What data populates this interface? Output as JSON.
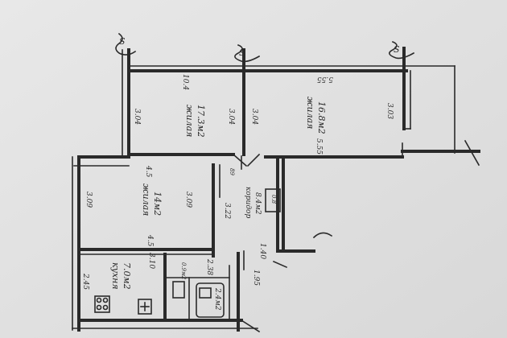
{
  "rooms": {
    "living_top": {
      "label": "жилая",
      "area": "17.3м2",
      "dim_top": "10.4",
      "dim_left": "3.04",
      "dim_right": "3.04"
    },
    "living_right": {
      "label": "жилая",
      "area": "16.8м2",
      "dim_top": "5.55",
      "dim_bottom": "5.55",
      "dim_left": "3.04",
      "dim_right": "3.03"
    },
    "living_mid": {
      "label": "жилая",
      "area": "14м2",
      "dim_top": "4.5",
      "dim_bottom": "4.5",
      "dim_left": "3.09",
      "dim_right": "3.09"
    },
    "corridor": {
      "label": "коридор",
      "area": "8.4м2",
      "dim_a": "3.22",
      "dim_b": "89"
    },
    "kitchen": {
      "label": "кухня",
      "area": "7.0м2",
      "dim_top": "3.10",
      "dim_left": "2.45"
    },
    "bath": {
      "area": "2.4м2",
      "dim": "2.38"
    },
    "wc": {
      "area": "0.9м2"
    }
  },
  "hall_dims": {
    "a": "1.40",
    "b": "1.95"
  },
  "closet": {
    "area": "0.8"
  },
  "wall_marks": {
    "s1": "S",
    "s2": "S",
    "s3": "S"
  }
}
